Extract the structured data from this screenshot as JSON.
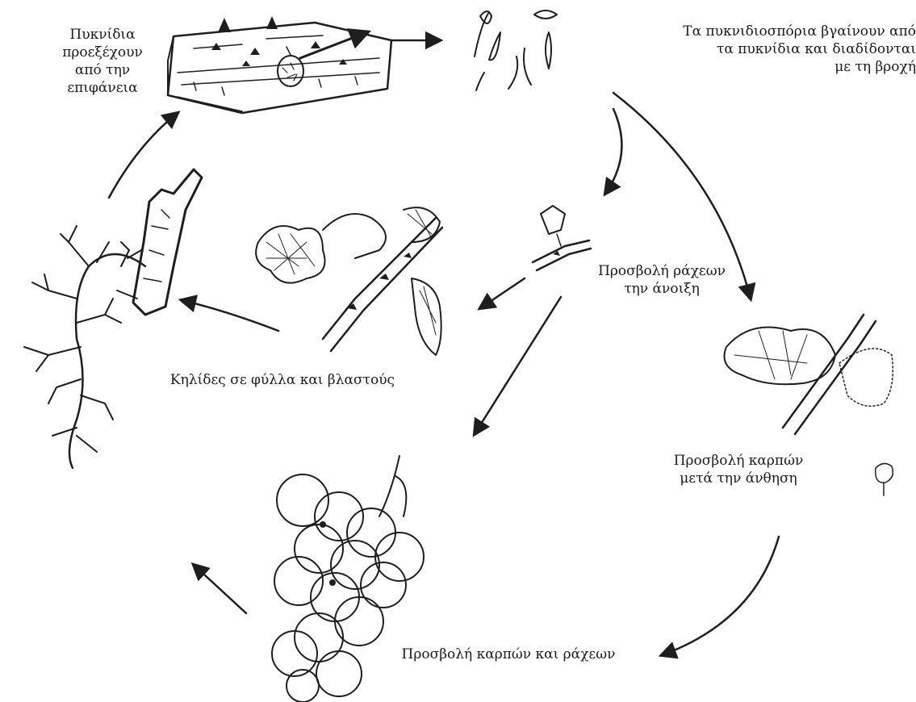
{
  "diagram": {
    "labels": {
      "pycnidia": "Πυκνίδια\nπροεξέχουν\nαπό την\nεπιφάνεια",
      "spores": "Τα πυκνιδιοσπόρια βγαίνουν από\nτα πυκνίδια και διαδίδονται\nμε τη βροχή",
      "shoots": "Προσβολή ράχεων\nτην άνοιξη",
      "leaves": "Κηλίδες σε φύλλα και βλαστούς",
      "fruit": "Προσβολή καρπών\nμετά την άνθηση",
      "bunch": "Προσβολή καρπών και ράχεων"
    },
    "ink_color": "#1e1e1e",
    "background": "#ffffff"
  }
}
